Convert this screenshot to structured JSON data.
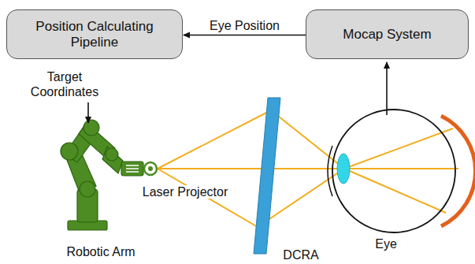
{
  "diagram": {
    "nodes": [
      {
        "text": [
          "Position Calculating Pipeline"
        ]
      },
      {
        "text": [
          "Mocap System"
        ]
      }
    ],
    "edges": [
      {
        "from": 1,
        "to": 0,
        "arrow": "to",
        "label": "Eye Position"
      }
    ],
    "labels": [
      "Target Coordinates",
      "Laser Projector",
      "Robotic Arm",
      "DCRA",
      "Eye"
    ]
  }
}
